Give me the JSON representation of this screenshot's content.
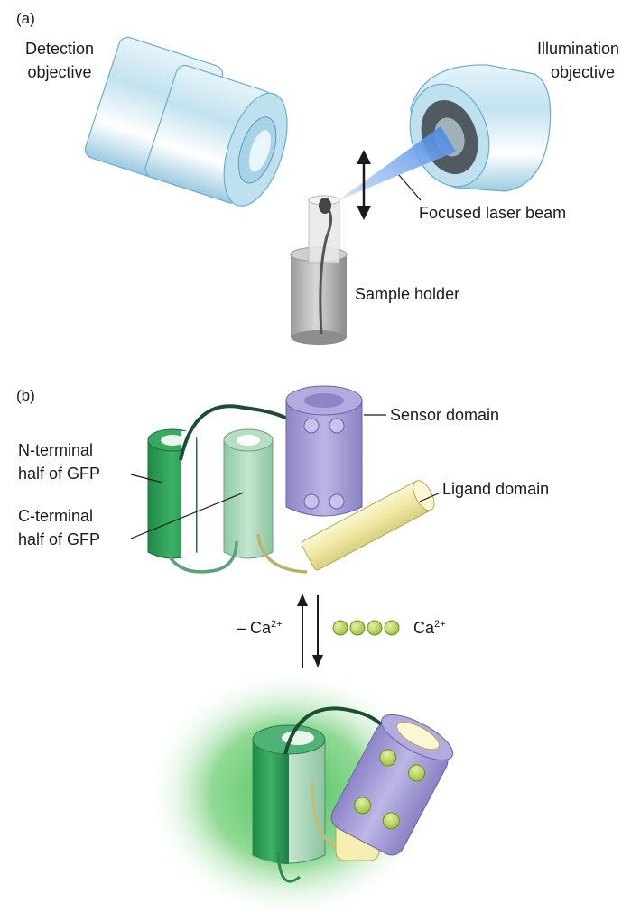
{
  "panel_a": {
    "letter": "(a)",
    "detection_line1": "Detection",
    "detection_line2": "objective",
    "illumination_line1": "Illumination",
    "illumination_line2": "objective",
    "laser_label": "Focused laser beam",
    "holder_label": "Sample holder"
  },
  "panel_b": {
    "letter": "(b)",
    "sensor_label": "Sensor domain",
    "n_term_line1": "N-terminal",
    "n_term_line2": "half of GFP",
    "c_term_line1": "C-terminal",
    "c_term_line2": "half of GFP",
    "ligand_label": "Ligand domain",
    "minus_ca": "– Ca",
    "minus_ca_charge": "2+",
    "ca": "Ca",
    "ca_charge": "2+"
  },
  "colors": {
    "gfp_dark": "#2e9e5b",
    "gfp_light": "#a9d6b8",
    "sensor": "#a8a0d6",
    "ligand": "#f4efb0",
    "calcium": "#b9d65a",
    "objective": "#cde9f4",
    "laser": "#6fa8ff",
    "glow": "#3fbf4f"
  }
}
